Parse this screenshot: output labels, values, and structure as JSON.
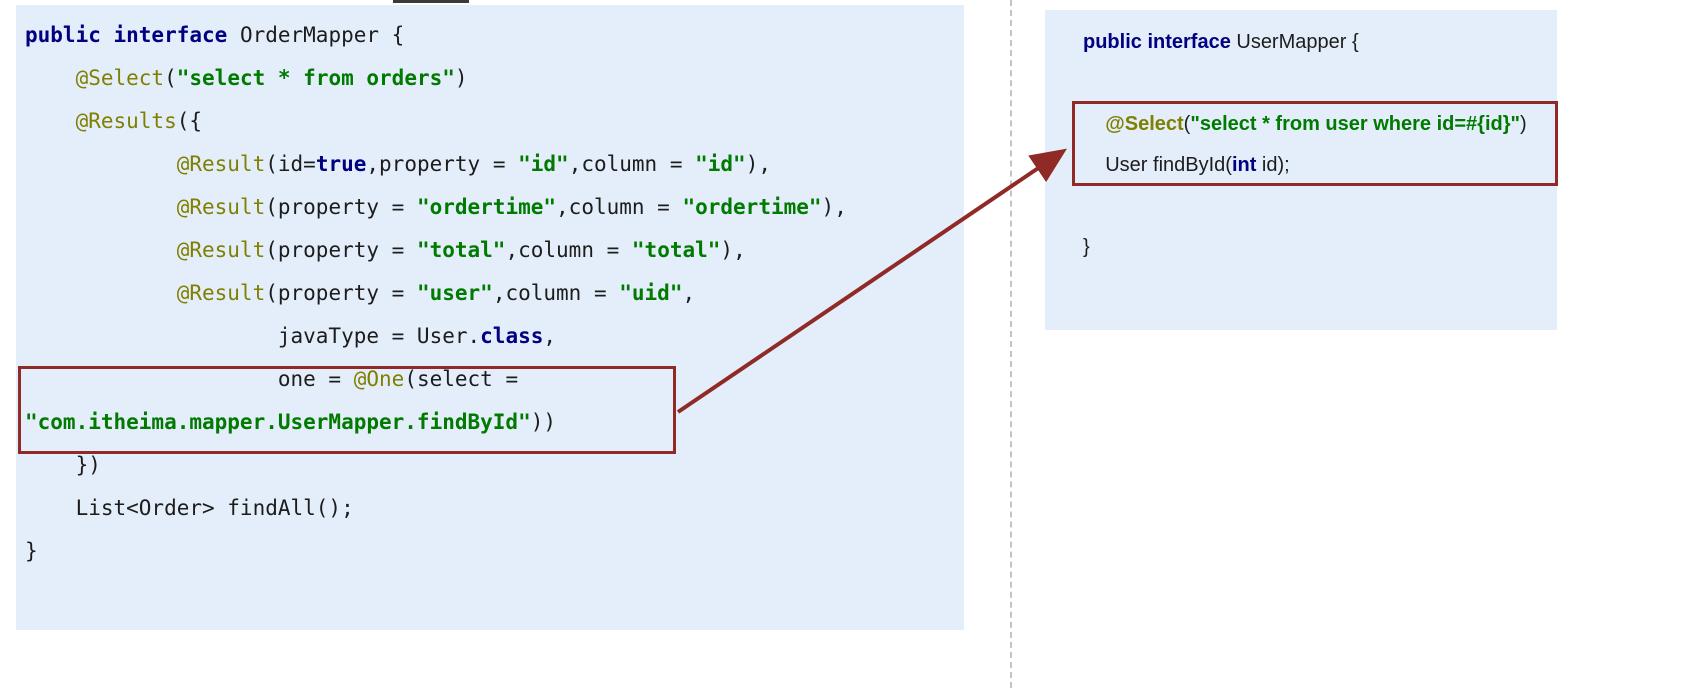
{
  "colors": {
    "keyword": "#000080",
    "annotation": "#808000",
    "string": "#007A00",
    "plain_text": "#1c1c1c",
    "highlight_red": "#8f2a27",
    "panel_background": "#e4eefa"
  },
  "left_panel": {
    "title": "OrderMapper interface code",
    "lines": [
      {
        "segments": [
          {
            "t": "public interface",
            "c": "kw"
          },
          {
            "t": " OrderMapper {",
            "c": "plain"
          }
        ]
      },
      {
        "segments": [
          {
            "t": "    ",
            "c": "plain"
          },
          {
            "t": "@Select",
            "c": "ann"
          },
          {
            "t": "(",
            "c": "plain"
          },
          {
            "t": "\"select * from orders\"",
            "c": "str"
          },
          {
            "t": ")",
            "c": "plain"
          }
        ]
      },
      {
        "segments": [
          {
            "t": "    ",
            "c": "plain"
          },
          {
            "t": "@Results",
            "c": "ann"
          },
          {
            "t": "({",
            "c": "plain"
          }
        ]
      },
      {
        "segments": [
          {
            "t": "            ",
            "c": "plain"
          },
          {
            "t": "@Result",
            "c": "ann"
          },
          {
            "t": "(id=",
            "c": "plain"
          },
          {
            "t": "true",
            "c": "kw"
          },
          {
            "t": ",property = ",
            "c": "plain"
          },
          {
            "t": "\"id\"",
            "c": "str"
          },
          {
            "t": ",column = ",
            "c": "plain"
          },
          {
            "t": "\"id\"",
            "c": "str"
          },
          {
            "t": "),",
            "c": "plain"
          }
        ]
      },
      {
        "segments": [
          {
            "t": "            ",
            "c": "plain"
          },
          {
            "t": "@Result",
            "c": "ann"
          },
          {
            "t": "(property = ",
            "c": "plain"
          },
          {
            "t": "\"ordertime\"",
            "c": "str"
          },
          {
            "t": ",column = ",
            "c": "plain"
          },
          {
            "t": "\"ordertime\"",
            "c": "str"
          },
          {
            "t": "),",
            "c": "plain"
          }
        ]
      },
      {
        "segments": [
          {
            "t": "            ",
            "c": "plain"
          },
          {
            "t": "@Result",
            "c": "ann"
          },
          {
            "t": "(property = ",
            "c": "plain"
          },
          {
            "t": "\"total\"",
            "c": "str"
          },
          {
            "t": ",column = ",
            "c": "plain"
          },
          {
            "t": "\"total\"",
            "c": "str"
          },
          {
            "t": "),",
            "c": "plain"
          }
        ]
      },
      {
        "segments": [
          {
            "t": "            ",
            "c": "plain"
          },
          {
            "t": "@Result",
            "c": "ann"
          },
          {
            "t": "(property = ",
            "c": "plain"
          },
          {
            "t": "\"user\"",
            "c": "str"
          },
          {
            "t": ",column = ",
            "c": "plain"
          },
          {
            "t": "\"uid\"",
            "c": "str"
          },
          {
            "t": ",",
            "c": "plain"
          }
        ]
      },
      {
        "segments": [
          {
            "t": "                    javaType = User.",
            "c": "plain"
          },
          {
            "t": "class",
            "c": "kw"
          },
          {
            "t": ",",
            "c": "plain"
          }
        ]
      },
      {
        "segments": [
          {
            "t": "                    one = ",
            "c": "plain"
          },
          {
            "t": "@One",
            "c": "ann"
          },
          {
            "t": "(select =",
            "c": "plain"
          }
        ]
      },
      {
        "segments": [
          {
            "t": "\"com.itheima.mapper.UserMapper.findById\"",
            "c": "str"
          },
          {
            "t": "))",
            "c": "plain"
          }
        ]
      },
      {
        "segments": [
          {
            "t": "    })",
            "c": "plain"
          }
        ]
      },
      {
        "segments": [
          {
            "t": "    List<Order> findAll();",
            "c": "plain"
          }
        ]
      },
      {
        "segments": [
          {
            "t": "}",
            "c": "plain"
          }
        ]
      }
    ]
  },
  "right_panel": {
    "title": "UserMapper interface code",
    "lines": [
      {
        "segments": [
          {
            "t": "public interface",
            "c": "kw"
          },
          {
            "t": " UserMapper {",
            "c": "plain"
          }
        ]
      },
      {
        "segments": []
      },
      {
        "segments": [
          {
            "t": "    ",
            "c": "plain"
          },
          {
            "t": "@Select",
            "c": "ann"
          },
          {
            "t": "(",
            "c": "plain"
          },
          {
            "t": "\"select * from user where id=#{id}\"",
            "c": "str"
          },
          {
            "t": ")",
            "c": "plain"
          }
        ]
      },
      {
        "segments": [
          {
            "t": "    User findById(",
            "c": "plain"
          },
          {
            "t": "int",
            "c": "kw"
          },
          {
            "t": " id);",
            "c": "plain"
          }
        ]
      },
      {
        "segments": []
      },
      {
        "segments": [
          {
            "t": "}",
            "c": "plain"
          }
        ]
      }
    ]
  }
}
